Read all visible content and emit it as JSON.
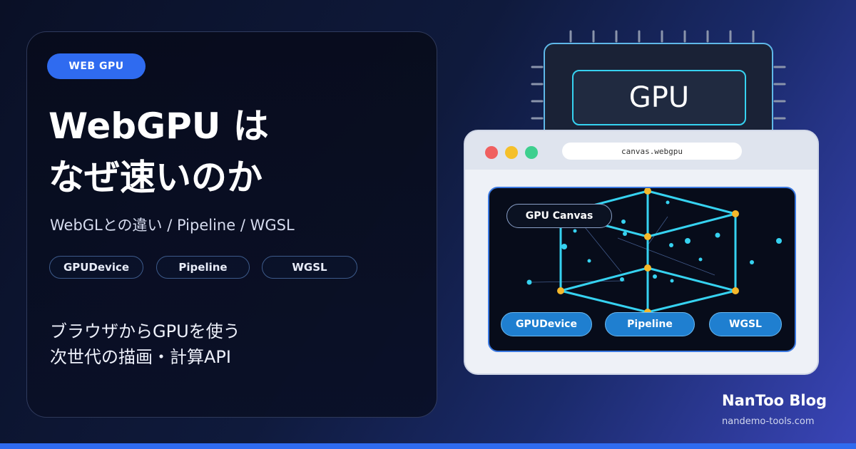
{
  "badge": "WEB GPU",
  "title": {
    "line1": "WebGPU は",
    "line2": "なぜ速いのか"
  },
  "subtitle": "WebGLとの違い / Pipeline / WGSL",
  "tags": [
    "GPUDevice",
    "Pipeline",
    "WGSL"
  ],
  "description": {
    "line1": "ブラウザからGPUを使う",
    "line2": "次世代の描画・計算API"
  },
  "illustration": {
    "chip_label": "GPU",
    "browser_url": "canvas.webgpu",
    "canvas_label": "GPU Canvas",
    "buttons": [
      "GPUDevice",
      "Pipeline",
      "WGSL"
    ],
    "colors": {
      "accent": "#36d2f0",
      "node": "#f5b82a",
      "button": "#1f7fd0"
    }
  },
  "brand": {
    "name": "NanToo Blog",
    "site": "nandemo-tools.com"
  },
  "colors": {
    "badge": "#2f6bf0",
    "window_dots": [
      "#f06060",
      "#f5c02a",
      "#3ecf8e"
    ]
  }
}
